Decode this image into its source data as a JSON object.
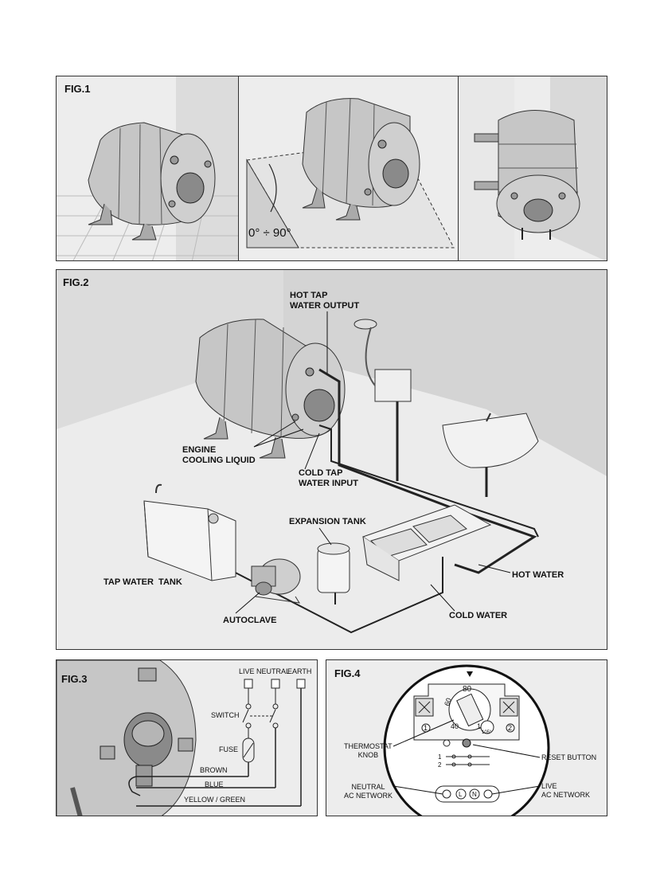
{
  "fig1": {
    "label": "FIG.1",
    "angle_label": "0° ÷ 90°"
  },
  "fig2": {
    "label": "FIG.2",
    "callouts": {
      "hot_tap_output": [
        "HOT TAP",
        "WATER OUTPUT"
      ],
      "engine_cooling": [
        "ENGINE",
        "COOLING LIQUID"
      ],
      "cold_tap_input": [
        "COLD TAP",
        "WATER INPUT"
      ],
      "expansion_tank": "EXPANSION TANK",
      "tap_water_tank": "TAP WATER  TANK",
      "autoclave": "AUTOCLAVE",
      "hot_water": "HOT WATER",
      "cold_water": "COLD WATER"
    }
  },
  "fig3": {
    "label": "FIG.3",
    "live": "LIVE",
    "neutral": "NEUTRAL",
    "earth": "EARTH",
    "switch": "SWITCH",
    "fuse": "FUSE",
    "brown": "BROWN",
    "blue": "BLUE",
    "yellow_green": "YELLOW / GREEN"
  },
  "fig4": {
    "label": "FIG.4",
    "thermostat_knob": [
      "THERMOSTAT",
      "KNOB"
    ],
    "reset_button": "RESET BUTTON",
    "neutral_ac": [
      "NEUTRAL",
      "AC NETWORK"
    ],
    "live_ac": [
      "LIVE",
      "AC NETWORK"
    ],
    "dial_60": "60",
    "dial_80": "80",
    "dial_40": "40",
    "dial_small": "1",
    "terminal_1": "1",
    "terminal_2": "2",
    "line_code_1": "1",
    "line_code_2": "2",
    "temp_label": "105°",
    "terminal_L": "L",
    "terminal_N": "N"
  },
  "colors": {
    "panel_bg": "#ededed",
    "wall": "#d9d9d9",
    "metal": "#bdbdbd",
    "line": "#222222"
  }
}
